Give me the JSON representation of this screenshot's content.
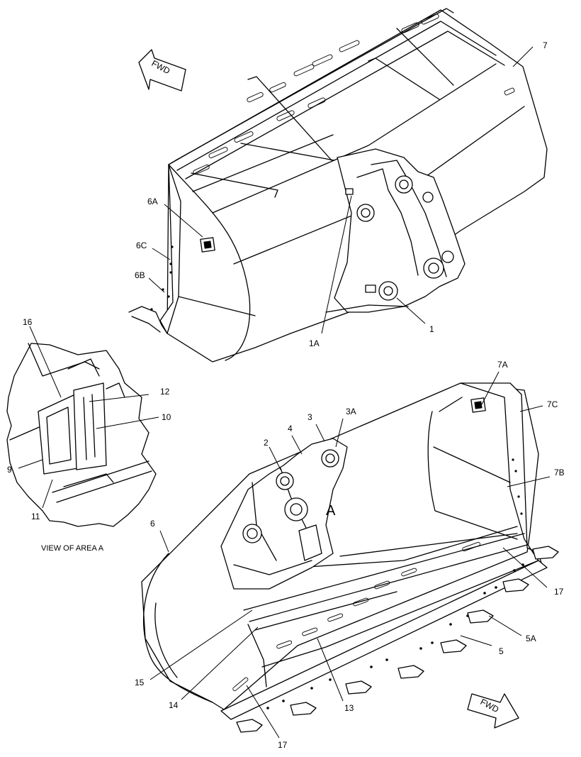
{
  "callouts": {
    "c7": "7",
    "c6A": "6A",
    "c6C": "6C",
    "c6B": "6B",
    "c1": "1",
    "c1A": "1A",
    "c16": "16",
    "c12": "12",
    "c10": "10",
    "c9": "9",
    "c11": "11",
    "c7A": "7A",
    "c7C": "7C",
    "c3": "3",
    "c3A": "3A",
    "c4": "4",
    "c2": "2",
    "c7B": "7B",
    "c6": "6",
    "c17a": "17",
    "c5A": "5A",
    "c5": "5",
    "c15": "15",
    "c14": "14",
    "c13": "13",
    "c17b": "17"
  },
  "area_marker": "A",
  "view_caption": "VIEW OF AREA A",
  "fwd_top": "FWD",
  "fwd_bottom": "FWD",
  "line_color": "#000000",
  "background": "#ffffff"
}
